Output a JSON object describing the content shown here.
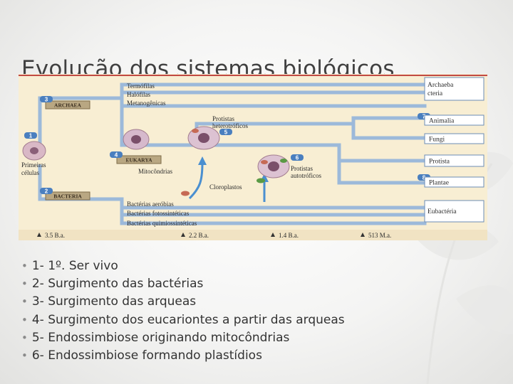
{
  "slide": {
    "title": "Evolução dos sistemas biológicos"
  },
  "diagram": {
    "groups_top": [
      "Termófilas",
      "Halófilas",
      "Metanogênicas"
    ],
    "groups_bottom": [
      "Bactérias aeróbias",
      "Bactérias fotossintéticas",
      "Bactérias quimiossintéticas"
    ],
    "domain_boxes": {
      "archaea": "ARCHAEA",
      "eukarya": "EUKARYA",
      "bacteria": "BACTERIA"
    },
    "number_badges": [
      "1",
      "2",
      "3",
      "4",
      "5",
      "6",
      "7",
      "8"
    ],
    "labels": {
      "primeiras_1": "Primeiras",
      "primeiras_2": "células",
      "mitocondrias": "Mitocôndrias",
      "cloroplastos": "Cloroplastos",
      "protistas_het_1": "Protistas",
      "protistas_het_2": "heterotróficos",
      "protistas_aut_1": "Protistas",
      "protistas_aut_2": "autotróficos"
    },
    "kingdoms": {
      "archaebacteria_1": "Archaeba",
      "archaebacteria_2": "cteria",
      "animalia": "Animalia",
      "fungi": "Fungi",
      "protista": "Protista",
      "plantae": "Plantae",
      "eubacteria": "Eubactéria"
    },
    "timeline": [
      "3.5 B.a.",
      "2.2 B.a.",
      "1.4 B.a.",
      "513 M.a."
    ],
    "colors": {
      "line": "#9cb9da",
      "box_stroke": "#6b8cb4",
      "badge": "#4a7fbf",
      "domain_box": "#b9a782",
      "bg": "#f8eed3"
    }
  },
  "bullets": [
    "1- 1º. Ser vivo",
    "2- Surgimento das bactérias",
    "3- Surgimento das arqueas",
    "4- Surgimento dos eucariontes a partir das arqueas",
    "5- Endossimbiose originando mitocôndrias",
    "6- Endossimbiose formando plastídios"
  ]
}
